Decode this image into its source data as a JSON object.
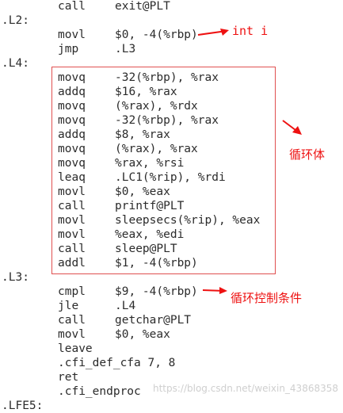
{
  "lines": [
    {
      "mnemonic": "call",
      "operands": "exit@PLT"
    },
    {
      "label": ".L2:"
    },
    {
      "mnemonic": "movl",
      "operands": "$0, -4(%rbp)"
    },
    {
      "mnemonic": "jmp",
      "operands": ".L3"
    },
    {
      "label": ".L4:"
    },
    {
      "mnemonic": "movq",
      "operands": "-32(%rbp), %rax"
    },
    {
      "mnemonic": "addq",
      "operands": "$16, %rax"
    },
    {
      "mnemonic": "movq",
      "operands": "(%rax), %rdx"
    },
    {
      "mnemonic": "movq",
      "operands": "-32(%rbp), %rax"
    },
    {
      "mnemonic": "addq",
      "operands": "$8, %rax"
    },
    {
      "mnemonic": "movq",
      "operands": "(%rax), %rax"
    },
    {
      "mnemonic": "movq",
      "operands": "%rax, %rsi"
    },
    {
      "mnemonic": "leaq",
      "operands": ".LC1(%rip), %rdi"
    },
    {
      "mnemonic": "movl",
      "operands": "$0, %eax"
    },
    {
      "mnemonic": "call",
      "operands": "printf@PLT"
    },
    {
      "mnemonic": "movl",
      "operands": "sleepsecs(%rip), %eax"
    },
    {
      "mnemonic": "movl",
      "operands": "%eax, %edi"
    },
    {
      "mnemonic": "call",
      "operands": "sleep@PLT"
    },
    {
      "mnemonic": "addl",
      "operands": "$1, -4(%rbp)"
    },
    {
      "label": ".L3:"
    },
    {
      "mnemonic": "cmpl",
      "operands": "$9, -4(%rbp)"
    },
    {
      "mnemonic": "jle",
      "operands": ".L4"
    },
    {
      "mnemonic": "call",
      "operands": "getchar@PLT"
    },
    {
      "mnemonic": "movl",
      "operands": "$0, %eax"
    },
    {
      "mnemonic": "leave"
    },
    {
      "mnemonic": ".cfi_def_cfa 7, 8"
    },
    {
      "mnemonic": "ret"
    },
    {
      "mnemonic": ".cfi_endproc"
    },
    {
      "label": ".LFE5:"
    }
  ],
  "annotations": {
    "int_i": "int i",
    "loop_body": "循环体",
    "loop_control": "循环控制条件"
  },
  "watermark": "https://blog.csdn.net/weixin_43868358",
  "colors": {
    "annotation": "#ee1111",
    "box_border": "#e05050",
    "code_text": "#2b2b2b"
  }
}
